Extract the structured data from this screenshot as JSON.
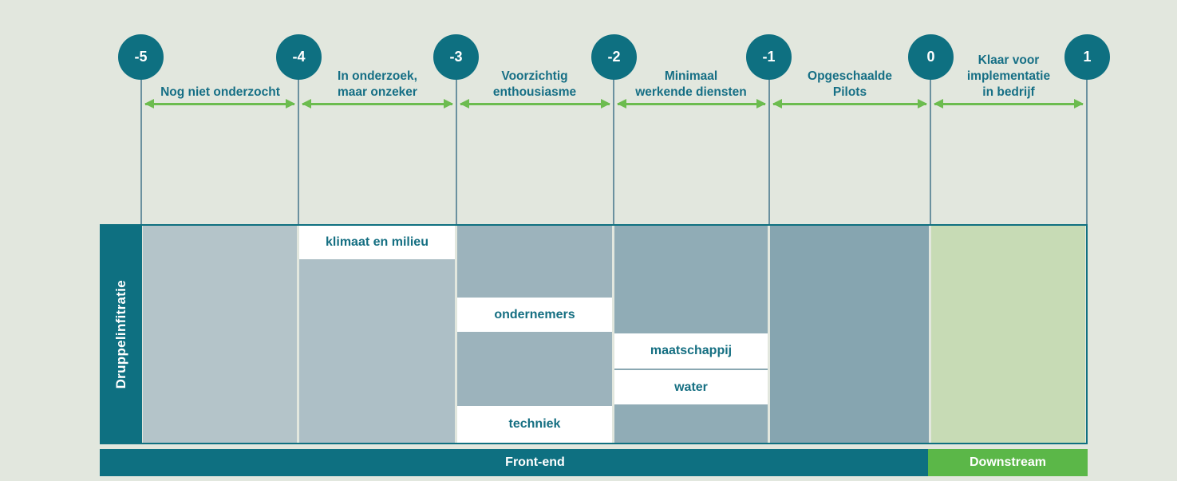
{
  "scale": {
    "points": [
      "-5",
      "-4",
      "-3",
      "-2",
      "-1",
      "0",
      "1"
    ],
    "segments": [
      {
        "lines": [
          "Nog niet onderzocht"
        ]
      },
      {
        "lines": [
          "In onderzoek,",
          "maar onzeker"
        ]
      },
      {
        "lines": [
          "Voorzichtig",
          "enthousiasme"
        ]
      },
      {
        "lines": [
          "Minimaal",
          "werkende diensten"
        ]
      },
      {
        "lines": [
          "Opgeschaalde",
          "Pilots"
        ]
      },
      {
        "lines": [
          "Klaar voor",
          "implementatie",
          "in bedrijf"
        ]
      }
    ]
  },
  "matrix": {
    "row_label": "Druppelinfitratie",
    "cells": {
      "klimaat": "klimaat en milieu",
      "ondernemers": "ondernemers",
      "techniek": "techniek",
      "maatschappij": "maatschappij",
      "water": "water"
    }
  },
  "footer": {
    "front_end": "Front-end",
    "downstream": "Downstream"
  },
  "colors": {
    "background": "#e2e7de",
    "teal": "#0e7081",
    "label_teal": "#166f85",
    "arrow_green": "#6cbc4f",
    "downstream_green": "#5bb748",
    "ready_column_green": "#c7dbb5",
    "column_blues": [
      "#b4c4c9",
      "#adbfc6",
      "#9cb3bc",
      "#90acb6",
      "#86a5b0"
    ]
  }
}
